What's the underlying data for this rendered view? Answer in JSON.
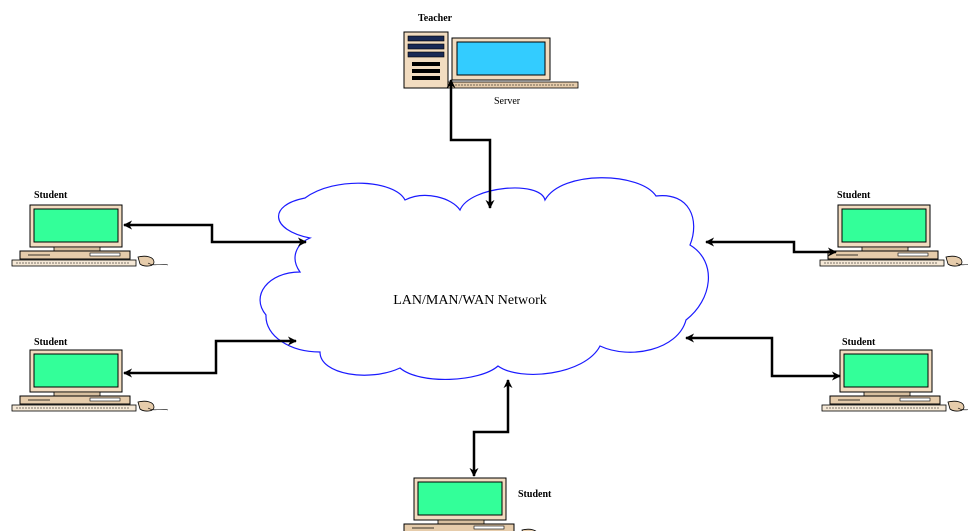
{
  "network": {
    "label": "LAN/MAN/WAN Network"
  },
  "teacher": {
    "label": "Teacher",
    "role": "Server"
  },
  "students": [
    {
      "label": "Student"
    },
    {
      "label": "Student"
    },
    {
      "label": "Student"
    },
    {
      "label": "Student"
    },
    {
      "label": "Student"
    }
  ],
  "colors": {
    "cloud_outline": "#1a1aff",
    "screen": "#33ff99",
    "monitor_body": "#f2dcc0",
    "server_screen": "#33ccff",
    "connector": "#000000"
  },
  "icons": {
    "teacher_computer": "server-computer-icon",
    "student_computer": "desktop-computer-icon"
  }
}
